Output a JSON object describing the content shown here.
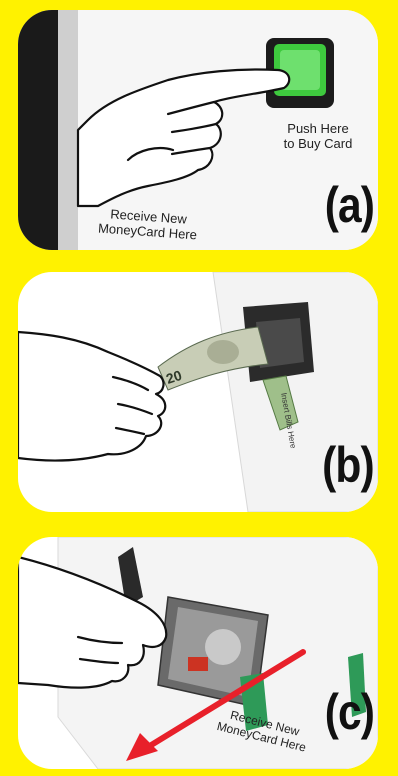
{
  "panels": [
    {
      "letter": "(a)",
      "button_label_line1": "Push Here",
      "button_label_line2": "to Buy Card",
      "slot_label_line1": "Receive New",
      "slot_label_line2": "MoneyCard Here",
      "button_color": "#3ec93e"
    },
    {
      "letter": "(b)",
      "bill_label": "Insert Bills Here",
      "bill_denomination": "20",
      "bill_color": "#9fbf8a"
    },
    {
      "letter": "(c)",
      "slot_label_line1": "Receive New",
      "slot_label_line2": "MoneyCard Here",
      "arrow_color": "#e8202a"
    }
  ],
  "background_color": "#fff200"
}
